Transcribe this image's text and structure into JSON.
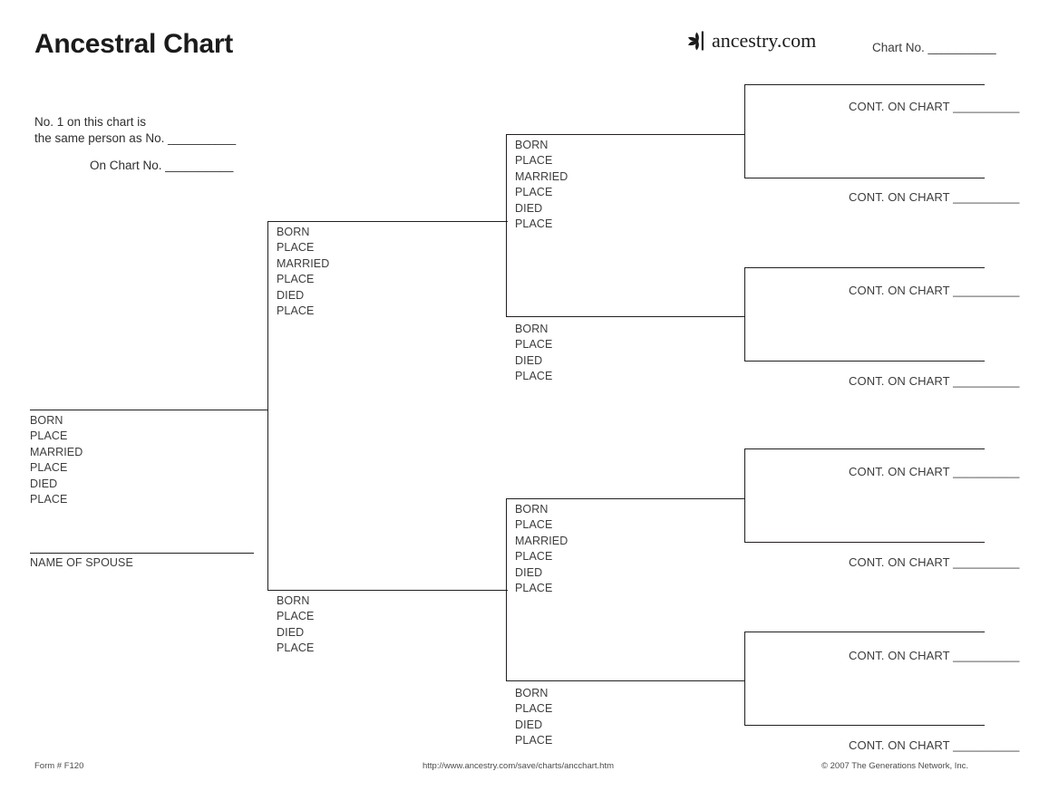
{
  "header": {
    "title": "Ancestral Chart",
    "logo_icon": "ancestry-leaf-icon",
    "logo_text": "ancestry.com",
    "chart_no_label": "Chart No. __________"
  },
  "identity_note": {
    "line1": "No. 1 on this chart is",
    "line2": "the same person as No. __________",
    "line3": "On Chart No. __________"
  },
  "person1": {
    "fields": [
      "BORN",
      "PLACE",
      "MARRIED",
      "PLACE",
      "DIED",
      "PLACE"
    ],
    "spouse_label": "NAME OF SPOUSE"
  },
  "generation2": [
    {
      "fields": [
        "BORN",
        "PLACE",
        "MARRIED",
        "PLACE",
        "DIED",
        "PLACE"
      ]
    },
    {
      "fields": [
        "BORN",
        "PLACE",
        "DIED",
        "PLACE"
      ]
    }
  ],
  "generation3": [
    {
      "fields": [
        "BORN",
        "PLACE",
        "MARRIED",
        "PLACE",
        "DIED",
        "PLACE"
      ]
    },
    {
      "fields": [
        "BORN",
        "PLACE",
        "DIED",
        "PLACE"
      ]
    },
    {
      "fields": [
        "BORN",
        "PLACE",
        "MARRIED",
        "PLACE",
        "DIED",
        "PLACE"
      ]
    },
    {
      "fields": [
        "BORN",
        "PLACE",
        "DIED",
        "PLACE"
      ]
    }
  ],
  "generation4": [
    {
      "cont_label": "CONT. ON CHART __________"
    },
    {
      "cont_label": "CONT. ON CHART __________"
    },
    {
      "cont_label": "CONT. ON CHART __________"
    },
    {
      "cont_label": "CONT. ON CHART __________"
    },
    {
      "cont_label": "CONT. ON CHART __________"
    },
    {
      "cont_label": "CONT. ON CHART __________"
    },
    {
      "cont_label": "CONT. ON CHART __________"
    },
    {
      "cont_label": "CONT. ON CHART __________"
    }
  ],
  "footer": {
    "form_number": "Form # F120",
    "url": "http://www.ancestry.com/save/charts/ancchart.htm",
    "copyright": "© 2007 The Generations Network, Inc."
  },
  "colors": {
    "ink": "#231f20",
    "text": "#3c3c3c",
    "paper": "#ffffff"
  }
}
